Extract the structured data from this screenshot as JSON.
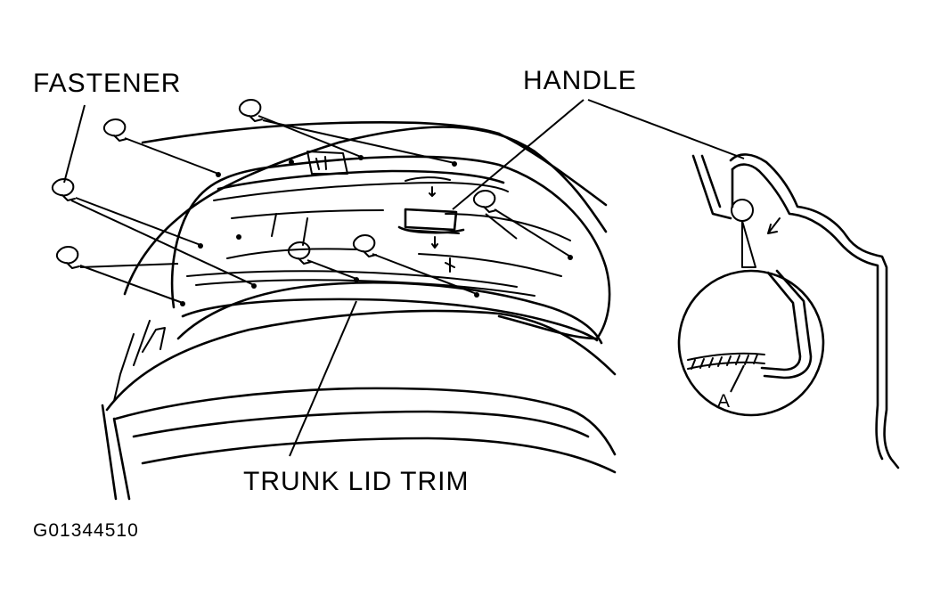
{
  "labels": {
    "fastener": "FASTENER",
    "handle": "HANDLE",
    "trunk_lid_trim": "TRUNK LID TRIM",
    "detail": "A",
    "figure_id": "G01344510"
  },
  "colors": {
    "ink": "#000000",
    "paper": "#ffffff"
  }
}
